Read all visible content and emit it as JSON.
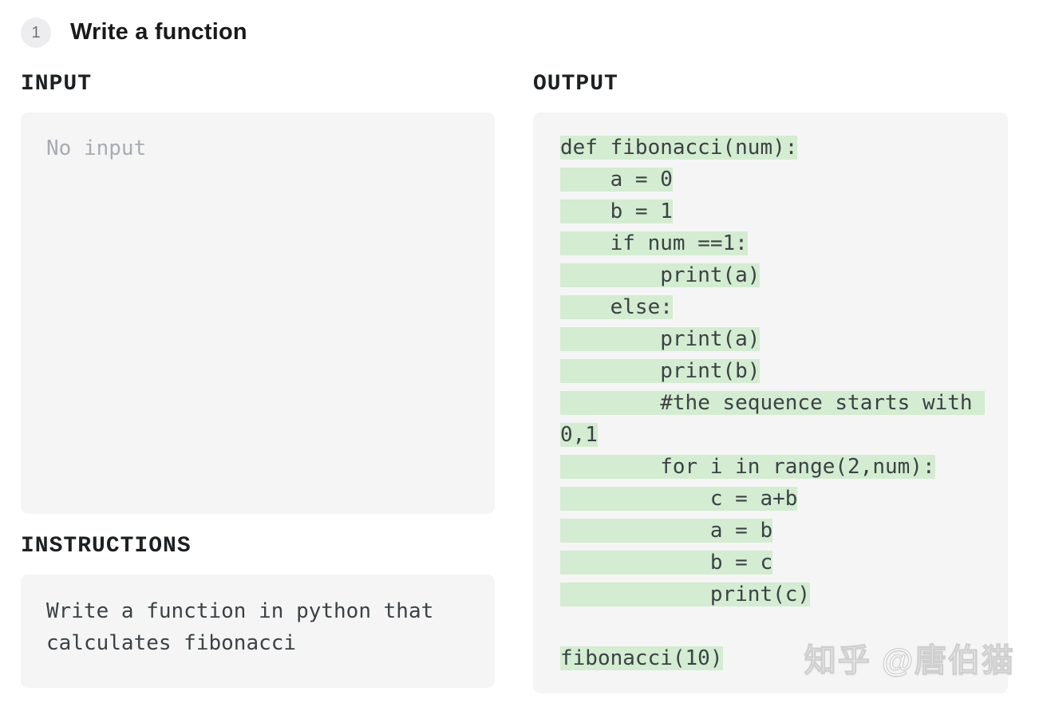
{
  "header": {
    "step_number": "1",
    "title": "Write a function"
  },
  "input_section": {
    "label": "INPUT",
    "placeholder": "No input"
  },
  "instructions_section": {
    "label": "INSTRUCTIONS",
    "text": "Write a function in python that calculates fibonacci"
  },
  "output_section": {
    "label": "OUTPUT",
    "code_lines": [
      "def fibonacci(num):",
      "    a = 0",
      "    b = 1",
      "    if num ==1:",
      "        print(a)",
      "    else:",
      "        print(a)",
      "        print(b)",
      "        #the sequence starts with 0,1",
      "        for i in range(2,num):",
      "            c = a+b",
      "            a = b",
      "            b = c",
      "            print(c)",
      "",
      "fibonacci(10)"
    ]
  },
  "watermark": {
    "text": "知乎 @唐伯猫"
  },
  "colors": {
    "panel_bg": "#f5f5f6",
    "code_highlight": "#d4ecd1",
    "code_text": "#3b4245",
    "placeholder_text": "#a9abb3",
    "badge_bg": "#ededf0",
    "badge_text": "#6f7175"
  }
}
